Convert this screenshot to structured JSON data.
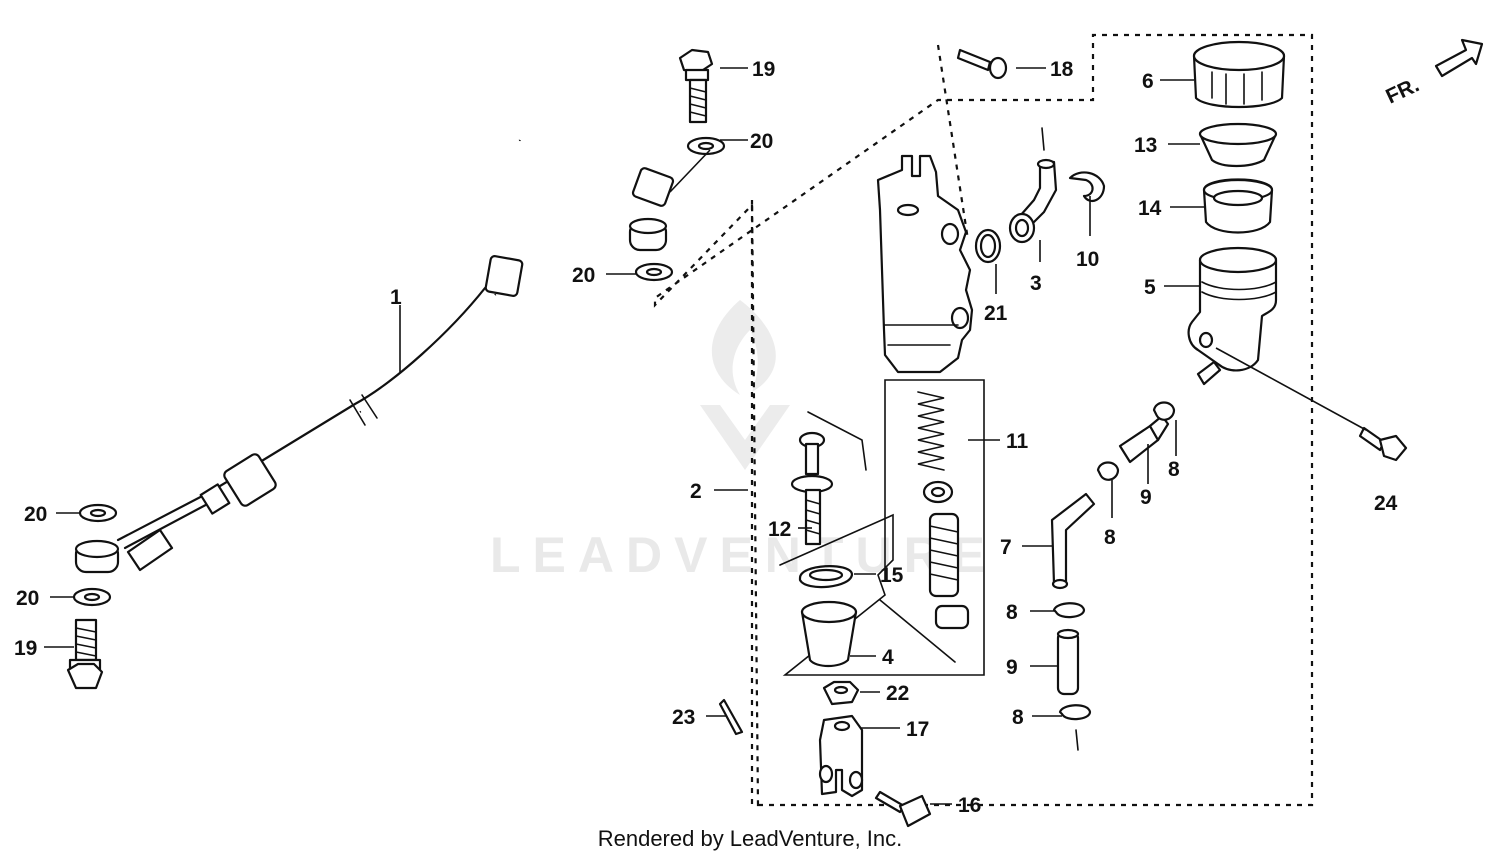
{
  "watermark": "LEADVENTURE",
  "footer": "Rendered by LeadVenture, Inc.",
  "direction_label": "FR.",
  "callouts": {
    "c1": "1",
    "c2": "2",
    "c3": "3",
    "c4": "4",
    "c5": "5",
    "c6": "6",
    "c7": "7",
    "c8a": "8",
    "c8b": "8",
    "c8c": "8",
    "c8d": "8",
    "c9a": "9",
    "c9b": "9",
    "c10": "10",
    "c11": "11",
    "c12": "12",
    "c13": "13",
    "c14": "14",
    "c15": "15",
    "c16": "16",
    "c17": "17",
    "c18": "18",
    "c19a": "19",
    "c19b": "19",
    "c20a": "20",
    "c20b": "20",
    "c20c": "20",
    "c20d": "20",
    "c21": "21",
    "c22": "22",
    "c23": "23",
    "c24": "24"
  }
}
